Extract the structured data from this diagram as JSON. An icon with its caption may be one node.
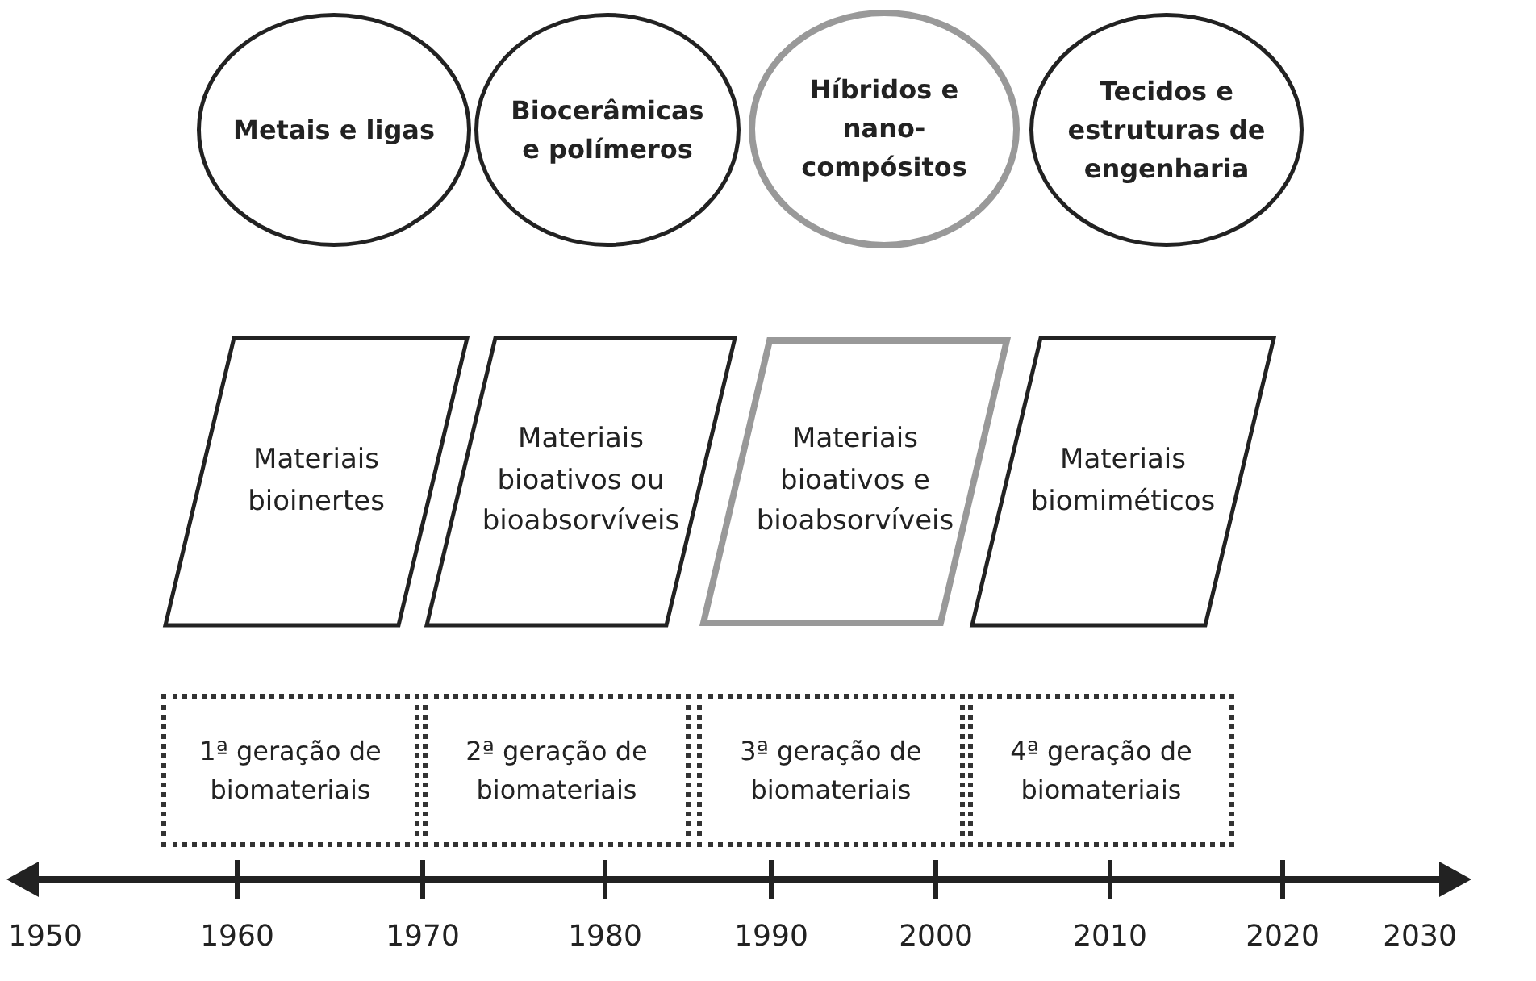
{
  "diagram": {
    "nodes": [
      {
        "text": [
          "Metais e ligas"
        ]
      },
      {
        "text": [
          "Biocerâmicas e polímeros"
        ]
      },
      {
        "text": [
          "Híbridos e nano-compósitos"
        ]
      },
      {
        "text": [
          "Tecidos e estruturas de engenharia"
        ]
      },
      {
        "text": [
          "Materiais bioinertes"
        ]
      },
      {
        "text": [
          "Materiais bioativos ou bioabsorvíveis"
        ]
      },
      {
        "text": [
          "Materiais bioativos e bioabsorvíveis"
        ]
      },
      {
        "text": [
          "Materiais biomiméticos"
        ]
      },
      {
        "text": [
          "1ª geração de biomateriais"
        ]
      },
      {
        "text": [
          "2ª geração de biomateriais"
        ]
      },
      {
        "text": [
          "3ª geração de biomateriais"
        ]
      },
      {
        "text": [
          "4ª geração de biomateriais"
        ]
      }
    ],
    "edges": [],
    "labels": [
      "1950",
      "1960",
      "1970",
      "1980",
      "1990",
      "2000",
      "2010",
      "2020",
      "2030"
    ]
  }
}
